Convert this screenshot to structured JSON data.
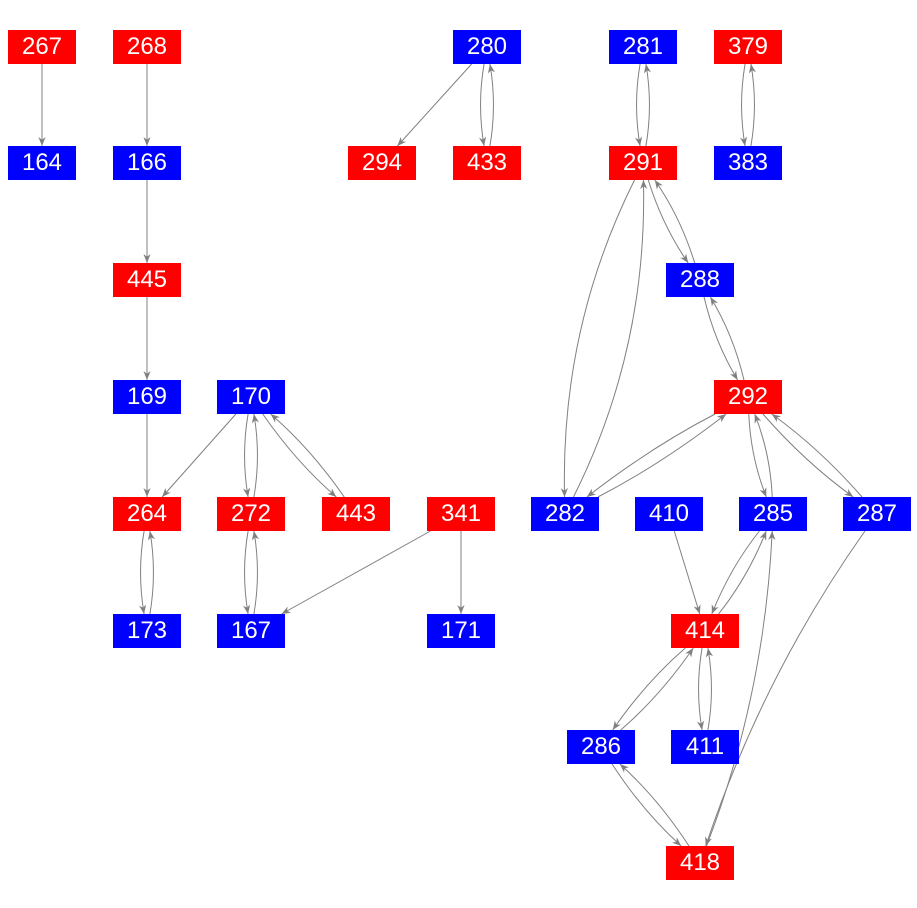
{
  "colors": {
    "red": "#ff0000",
    "blue": "#0000ff",
    "edge": "#808080"
  },
  "nodes": [
    {
      "id": "267",
      "color": "red"
    },
    {
      "id": "268",
      "color": "red"
    },
    {
      "id": "280",
      "color": "blue"
    },
    {
      "id": "281",
      "color": "blue"
    },
    {
      "id": "379",
      "color": "red"
    },
    {
      "id": "164",
      "color": "blue"
    },
    {
      "id": "166",
      "color": "blue"
    },
    {
      "id": "294",
      "color": "red"
    },
    {
      "id": "433",
      "color": "red"
    },
    {
      "id": "291",
      "color": "red"
    },
    {
      "id": "383",
      "color": "blue"
    },
    {
      "id": "445",
      "color": "red"
    },
    {
      "id": "288",
      "color": "blue"
    },
    {
      "id": "169",
      "color": "blue"
    },
    {
      "id": "170",
      "color": "blue"
    },
    {
      "id": "292",
      "color": "red"
    },
    {
      "id": "264",
      "color": "red"
    },
    {
      "id": "272",
      "color": "red"
    },
    {
      "id": "443",
      "color": "red"
    },
    {
      "id": "341",
      "color": "red"
    },
    {
      "id": "282",
      "color": "blue"
    },
    {
      "id": "410",
      "color": "blue"
    },
    {
      "id": "285",
      "color": "blue"
    },
    {
      "id": "287",
      "color": "blue"
    },
    {
      "id": "173",
      "color": "blue"
    },
    {
      "id": "167",
      "color": "blue"
    },
    {
      "id": "171",
      "color": "blue"
    },
    {
      "id": "414",
      "color": "red"
    },
    {
      "id": "286",
      "color": "blue"
    },
    {
      "id": "411",
      "color": "blue"
    },
    {
      "id": "418",
      "color": "red"
    }
  ],
  "edges": [
    [
      "267",
      "164"
    ],
    [
      "268",
      "166"
    ],
    [
      "166",
      "445"
    ],
    [
      "445",
      "169"
    ],
    [
      "169",
      "264"
    ],
    [
      "170",
      "264"
    ],
    [
      "170",
      "272"
    ],
    [
      "272",
      "170"
    ],
    [
      "170",
      "443"
    ],
    [
      "443",
      "170"
    ],
    [
      "264",
      "173"
    ],
    [
      "173",
      "264"
    ],
    [
      "272",
      "167"
    ],
    [
      "167",
      "272"
    ],
    [
      "341",
      "167"
    ],
    [
      "341",
      "171"
    ],
    [
      "280",
      "294"
    ],
    [
      "280",
      "433"
    ],
    [
      "433",
      "280"
    ],
    [
      "281",
      "291"
    ],
    [
      "291",
      "281"
    ],
    [
      "379",
      "383"
    ],
    [
      "383",
      "379"
    ],
    [
      "291",
      "288"
    ],
    [
      "288",
      "291"
    ],
    [
      "291",
      "282"
    ],
    [
      "282",
      "291"
    ],
    [
      "288",
      "292"
    ],
    [
      "292",
      "288"
    ],
    [
      "292",
      "282"
    ],
    [
      "282",
      "292"
    ],
    [
      "292",
      "285"
    ],
    [
      "285",
      "292"
    ],
    [
      "292",
      "287"
    ],
    [
      "287",
      "292"
    ],
    [
      "410",
      "414"
    ],
    [
      "285",
      "414"
    ],
    [
      "414",
      "285"
    ],
    [
      "414",
      "286"
    ],
    [
      "286",
      "414"
    ],
    [
      "414",
      "411"
    ],
    [
      "411",
      "414"
    ],
    [
      "286",
      "418"
    ],
    [
      "418",
      "286"
    ],
    [
      "418",
      "285"
    ],
    [
      "287",
      "418"
    ]
  ]
}
